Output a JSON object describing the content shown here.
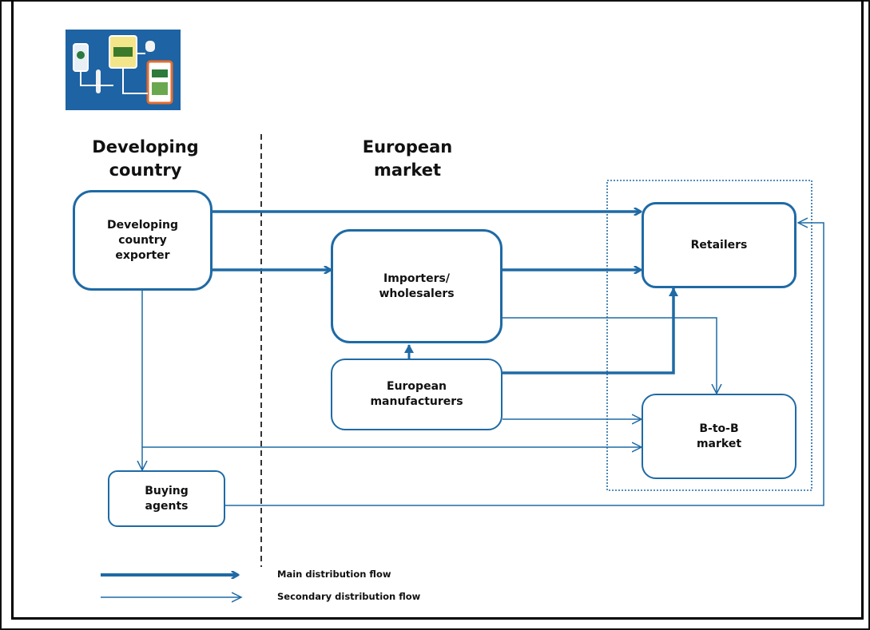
{
  "headings": {
    "developing": "Developing\ncountry",
    "european": "European\nmarket"
  },
  "nodes": {
    "exporter": "Developing\ncountry\nexporter",
    "importers": "Importers/\nwholesalers",
    "manufacturers": "European\nmanufacturers",
    "buying_agents": "Buying\nagents",
    "retailers": "Retailers",
    "b2b": "B-to-B\nmarket"
  },
  "legend": {
    "main": "Main distribution flow",
    "secondary": "Secondary distribution flow"
  },
  "colors": {
    "accent": "#1f6aa5",
    "logo_bg": "#1e63a3"
  },
  "icons": [
    "value-chain-logo-icon"
  ]
}
